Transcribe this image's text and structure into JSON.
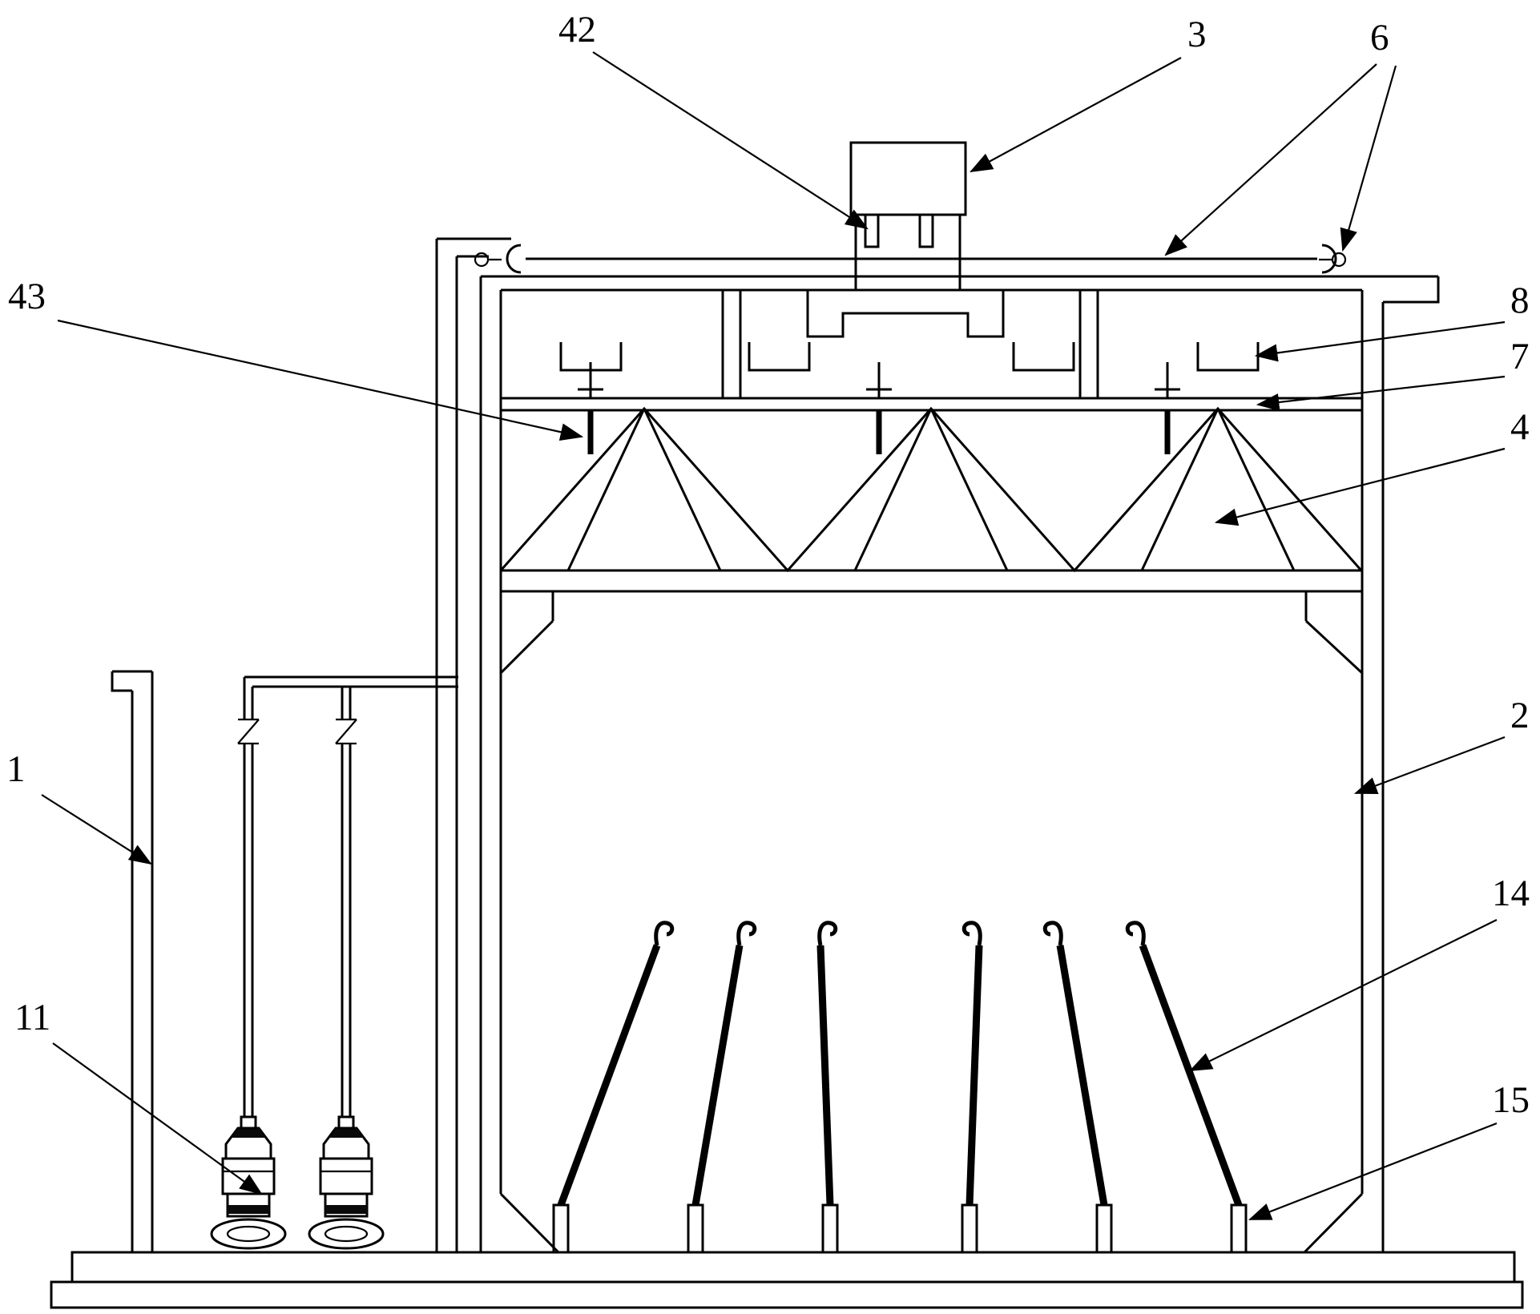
{
  "figure": {
    "kind": "patent-line-drawing",
    "background_color": "#ffffff",
    "line_color": "#000000"
  },
  "labels": {
    "p1": "1",
    "p2": "2",
    "p3": "3",
    "p4": "4",
    "p6": "6",
    "p7": "7",
    "p8": "8",
    "p11": "11",
    "p14": "14",
    "p15": "15",
    "p42": "42",
    "p43": "43"
  }
}
